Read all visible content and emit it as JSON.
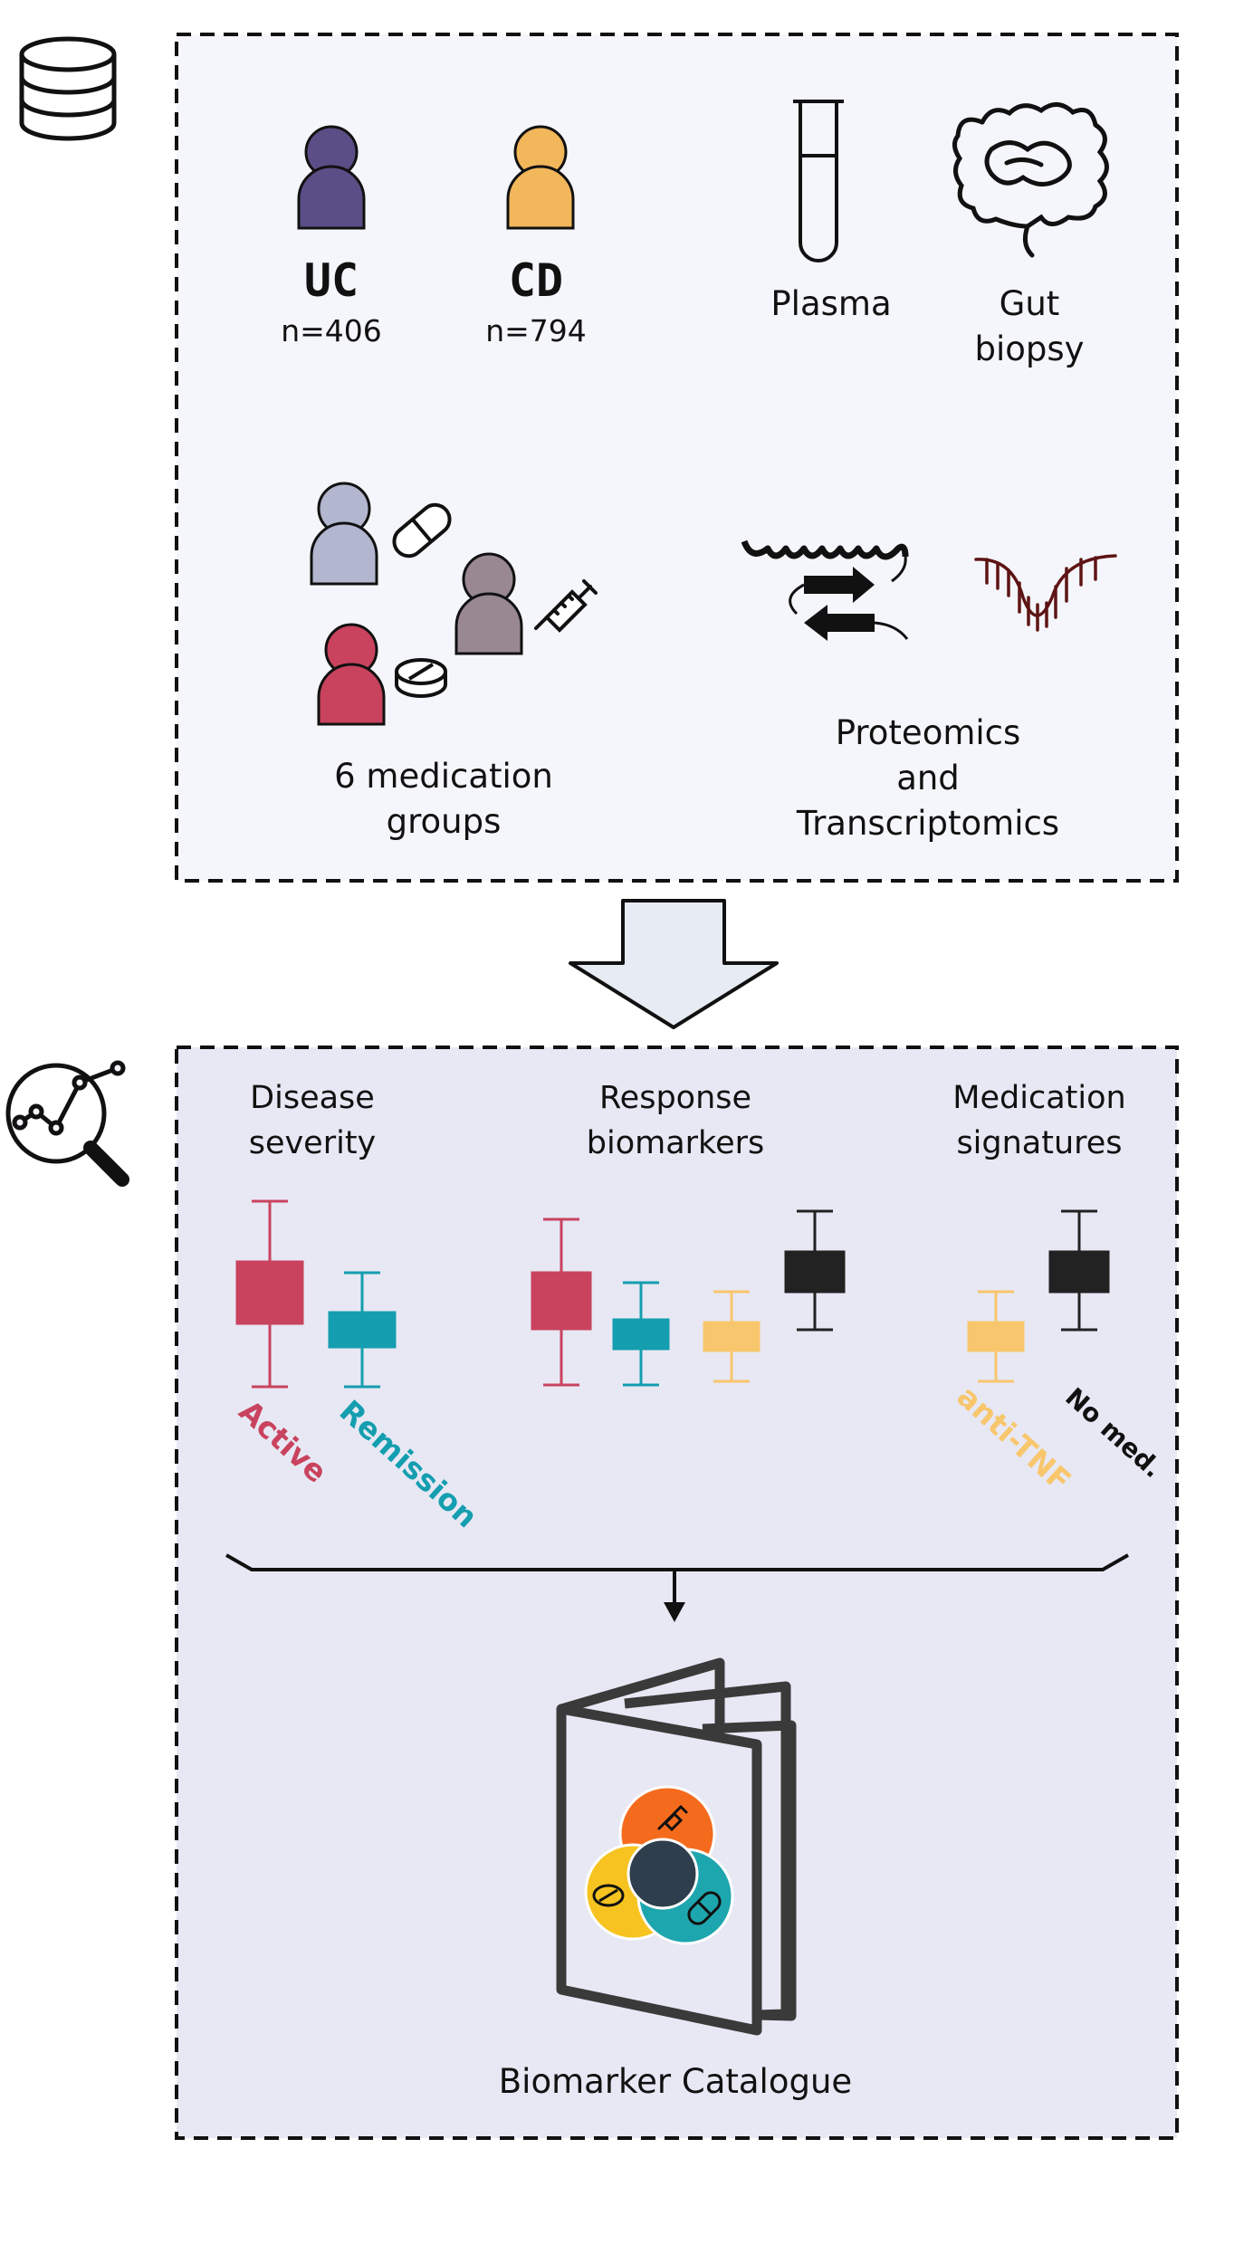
{
  "data_panel": {
    "groups": [
      {
        "code": "UC",
        "count": "n=406",
        "color": "#5b4e86"
      },
      {
        "code": "CD",
        "count": "n=794",
        "color": "#f2b65b"
      }
    ],
    "samples": [
      {
        "label": "Plasma",
        "icon": "test-tube-icon"
      },
      {
        "label_line1": "Gut",
        "label_line2": "biopsy",
        "icon": "intestine-icon"
      }
    ],
    "medication": {
      "line1": "6 medication",
      "line2": "groups"
    },
    "omics": {
      "line1": "Proteomics",
      "line2": "and",
      "line3": "Transcriptomics"
    },
    "person_colors": [
      "#b3b6cf",
      "#998891",
      "#c9435e"
    ]
  },
  "analysis_panel": {
    "columns": [
      {
        "line1": "Disease",
        "line2": "severity"
      },
      {
        "line1": "Response",
        "line2": "biomarkers"
      },
      {
        "line1": "Medication",
        "line2": "signatures"
      }
    ],
    "box_labels": [
      {
        "text": "Active",
        "color": "#c9435e"
      },
      {
        "text": "Remission",
        "color": "#149eaf"
      },
      {
        "text": "anti-TNF",
        "color": "#f8c66c"
      },
      {
        "text": "No med.",
        "color": "#111111"
      }
    ],
    "catalogue_label": "Biomarker Catalogue",
    "venn_colors": [
      "#f56b1d",
      "#f7c320",
      "#1ea6ae",
      "#2f3e4c"
    ]
  },
  "colors": {
    "active": "#c9435e",
    "remission": "#149eaf",
    "anti_tnf": "#f8c66c",
    "no_med": "#222222",
    "panel_top": "#f5f6fb",
    "panel_bottom": "#e7e8f4"
  },
  "icons": [
    "database-icon",
    "analytics-magnifier-icon",
    "pill-capsule-icon",
    "syringe-icon",
    "tablet-icon",
    "protein-structure-icon",
    "rna-strand-icon",
    "down-arrow-icon",
    "booklet-icon"
  ]
}
